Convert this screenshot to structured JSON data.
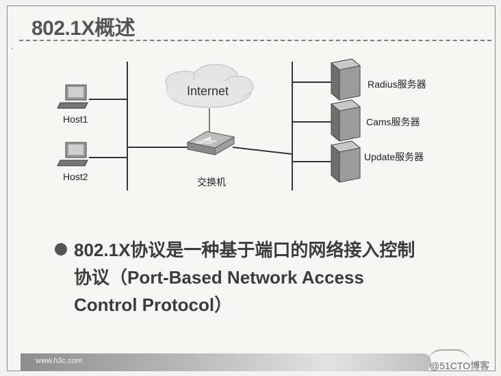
{
  "slide": {
    "title": "802.1X概述",
    "footer_url": "www.h3c.com",
    "watermark": "@51CTO博客"
  },
  "diagram": {
    "hosts": [
      {
        "label": "Host1"
      },
      {
        "label": "Host2"
      }
    ],
    "cloud_label": "Internet",
    "switch_label": "交换机",
    "switch_badge": "SWITCH",
    "servers": [
      {
        "label": "Radius服务器"
      },
      {
        "label": "Cams服务器"
      },
      {
        "label": "Update服务器"
      }
    ]
  },
  "bullet": {
    "text": "802.1X协议是一种基于端口的网络接入控制协议（Port-Based Network Access Control Protocol）"
  }
}
